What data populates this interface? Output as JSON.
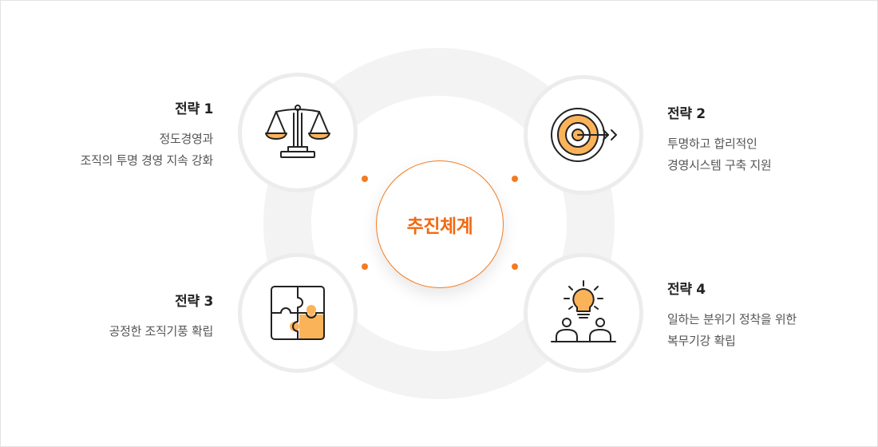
{
  "center": {
    "title": "추진체계"
  },
  "strategies": [
    {
      "title": "전략 1",
      "lines": [
        "정도경영과",
        "조직의 투명 경영 지속 강화"
      ],
      "icon": "scale-icon"
    },
    {
      "title": "전략 2",
      "lines": [
        "투명하고 합리적인",
        "경영시스템 구축 지원"
      ],
      "icon": "target-icon"
    },
    {
      "title": "전략 3",
      "lines": [
        "공정한 조직기풍 확립"
      ],
      "icon": "puzzle-icon"
    },
    {
      "title": "전략 4",
      "lines": [
        "일하는 분위기 정착을 위한",
        "복무기강 확립"
      ],
      "icon": "idea-people-icon"
    }
  ],
  "colors": {
    "accent": "#f47b20",
    "icon_fill": "#fbb35a",
    "ring": "#f3f3f3",
    "circle_border": "#ececec",
    "title": "#222222",
    "desc": "#555555"
  }
}
